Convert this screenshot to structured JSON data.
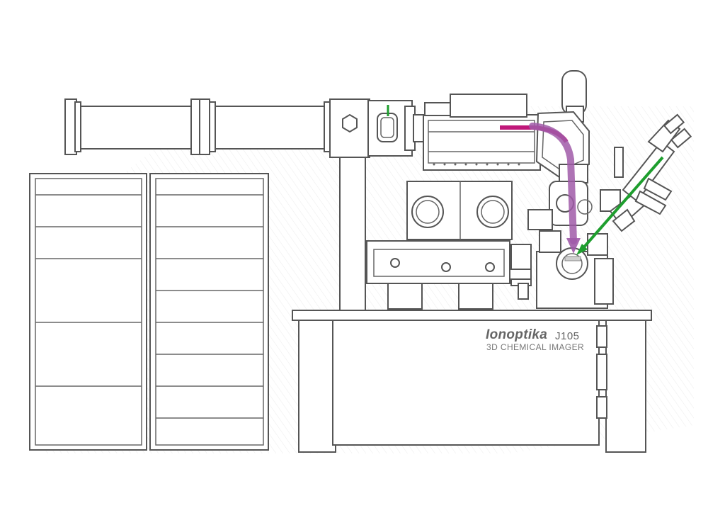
{
  "instrument": {
    "brand": "Ionoptika",
    "model": "J105",
    "subtitle": "3D CHEMICAL IMAGER"
  },
  "beams": {
    "primary_ion_beam_color": "#c0187a",
    "secondary_ion_beam_color": "#a05aa8",
    "green_beam_color": "#1e9e2e"
  },
  "outline_color": "#555555"
}
